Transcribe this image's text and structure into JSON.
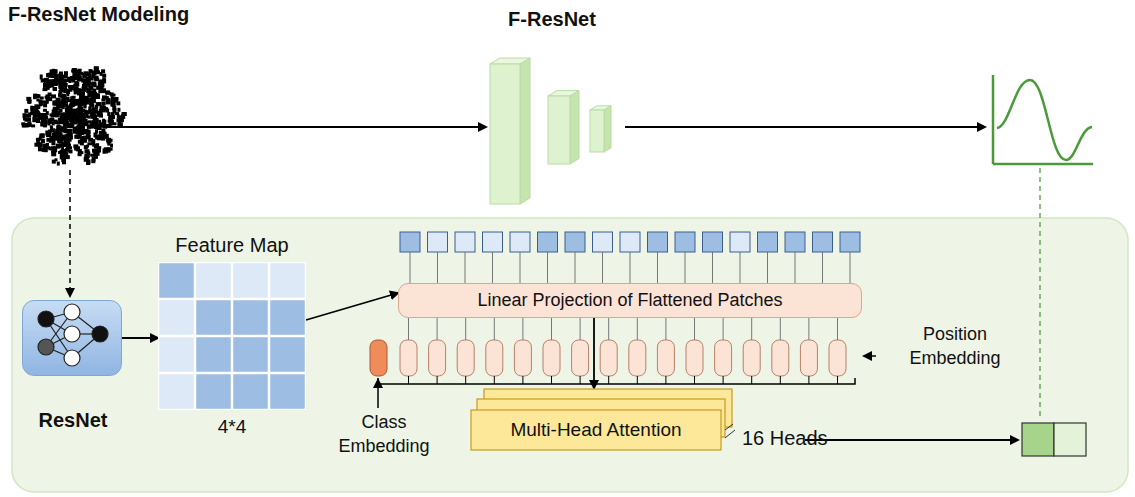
{
  "diagram": {
    "title": "F-ResNet Modeling",
    "nodes": [
      {
        "text": [
          "F-ResNet"
        ]
      },
      {
        "text": [
          "ResNet"
        ]
      },
      {
        "text": [
          "Feature Map",
          "4*4"
        ]
      },
      {
        "text": [
          "Linear Projection of Flattened Patches"
        ]
      },
      {
        "text": [
          "Multi-Head Attention"
        ]
      }
    ],
    "edges": [
      {
        "from": 1,
        "to": 2,
        "arrow": "to"
      },
      {
        "from": 2,
        "to": 3,
        "arrow": "to"
      },
      {
        "from": 3,
        "to": 4,
        "arrow": "to"
      }
    ],
    "labels": [
      "Position Embedding",
      "Class Embedding",
      "16 Heads"
    ]
  }
}
